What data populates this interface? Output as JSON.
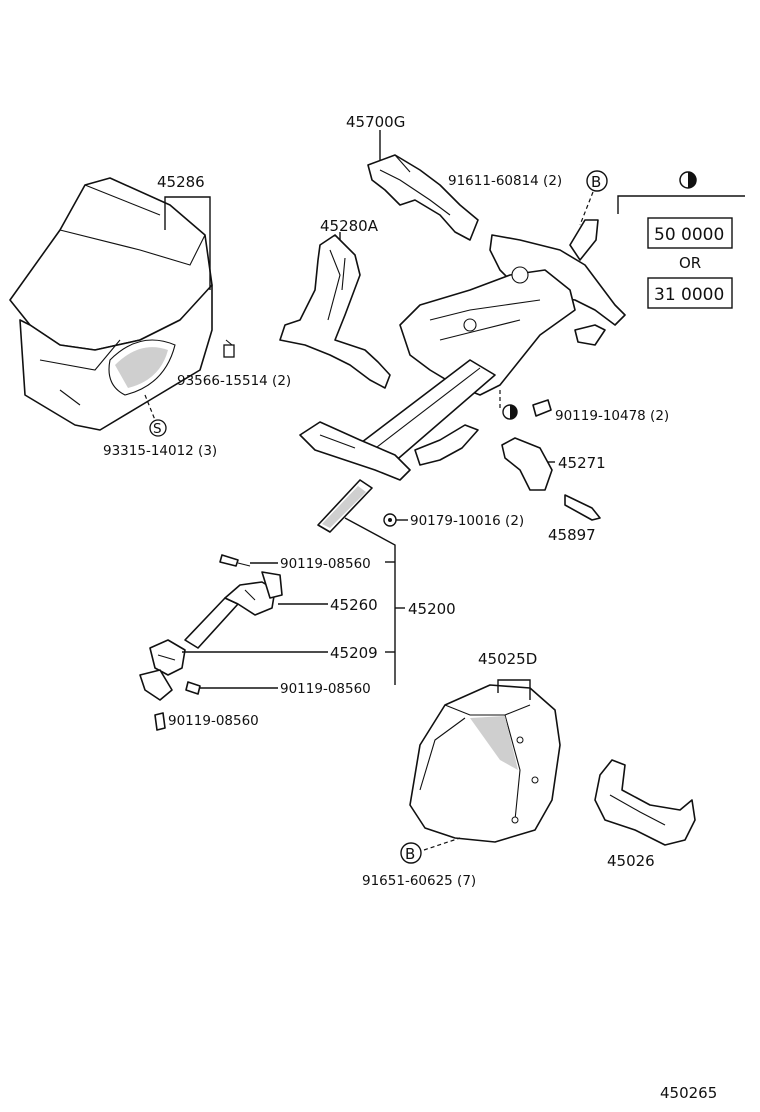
{
  "labels": {
    "p45700G": "45700G",
    "p45286": "45286",
    "p45280A": "45280A",
    "p91611": "91611-60814 (2)",
    "p93566": "93566-15514 (2)",
    "p93315": "93315-14012 (3)",
    "p90119_10478": "90119-10478 (2)",
    "p45271": "45271",
    "p90179": "90179-10016 (2)",
    "p45897": "45897",
    "p90119_a": "90119-08560",
    "p45260": "45260",
    "p45200": "45200",
    "p45209": "45209",
    "p90119_b": "90119-08560",
    "p90119_c": "90119-08560",
    "p45025D": "45025D",
    "p91651": "91651-60625 (7)",
    "p45026": "45026",
    "diagram_id": "450265"
  },
  "markers": {
    "b_top": "B",
    "b_bottom": "B",
    "s_symbol": "S"
  },
  "legend": {
    "box1": "50 0000",
    "or": "OR",
    "box2": "31 0000"
  }
}
